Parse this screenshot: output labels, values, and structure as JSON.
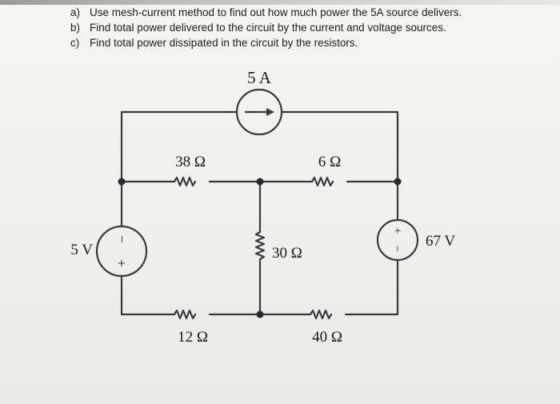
{
  "questions": [
    {
      "marker": "a)",
      "text": "Use mesh-current method to find out how much power the 5A source delivers."
    },
    {
      "marker": "b)",
      "text": "Find total power delivered to the circuit by the current and voltage sources."
    },
    {
      "marker": "c)",
      "text": "Find total power dissipated in the circuit by the resistors."
    }
  ],
  "circuit": {
    "current_source_label": "5 A",
    "left_voltage_source_label": "5 V",
    "right_voltage_source_label": "67 V",
    "resistors": {
      "top_left": "38 Ω",
      "top_right": "6 Ω",
      "middle": "30 Ω",
      "bottom_left": "12 Ω",
      "bottom_right": "40 Ω"
    },
    "polarity": {
      "plus": "+",
      "minus": "−"
    }
  },
  "colors": {
    "wire": "#3a3a3a",
    "text": "#1a1a1a",
    "paper": "#f2f2f0"
  }
}
